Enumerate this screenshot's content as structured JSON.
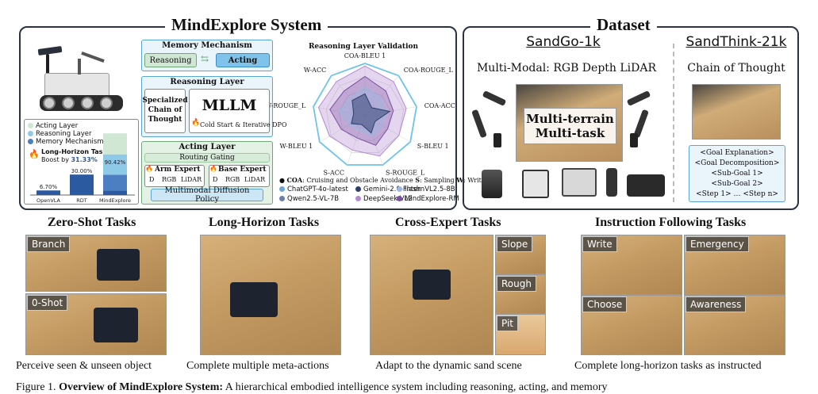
{
  "system": {
    "title": "MindExplore System",
    "memory": {
      "title": "Memory Mechanism",
      "reasoning": "Reasoning",
      "acting": "Acting"
    },
    "reasoning_layer": {
      "title": "Reasoning Layer",
      "chain": "Specialized Chain of Thought",
      "mllm": "MLLM",
      "dpo": "Cold Start & Iterative DPO"
    },
    "acting_layer": {
      "title": "Acting Layer",
      "gating": "Routing Gating",
      "arm": "Arm Expert",
      "base": "Base Expert",
      "sensors": [
        "D",
        "RGB",
        "LiDAR"
      ],
      "diffusion": "Multimodal Diffusion Policy"
    },
    "mini_bar": {
      "legend": [
        "Acting Layer",
        "Reasoning Layer",
        "Memory Mechanism"
      ],
      "boost_label": "Long-Horizon Tasks",
      "boost_prefix": "Boost by",
      "boost_value": "31.33%",
      "bars": [
        {
          "name": "OpenVLA",
          "value": 6.7,
          "label": "6.70%"
        },
        {
          "name": "RDT",
          "value": 30.0,
          "label": "30.00%"
        },
        {
          "name": "MindExplore",
          "value": 90.42,
          "label": "90.42%"
        }
      ],
      "colors": {
        "acting": "#cfe7d3",
        "reasoning": "#8fc9e8",
        "memory": "#4c7fc2",
        "base": "#2c5aa0"
      }
    },
    "radar": {
      "title": "Reasoning Layer Validation",
      "axes": [
        "COA-BLEU 1",
        "COA-ROUGE_L",
        "COA-ACC",
        "S-BLEU 1",
        "S-ROUGE_L",
        "S-ACC",
        "W-BLEU 1",
        "W-ROUGE_L",
        "W-ACC"
      ],
      "legend_note": "COA: Cruising and Obstacle Avoidance  S: Sampling  W: Writing",
      "legend_label": "COA",
      "legend_rest": ": Cruising and Obstacle Avoidance  ",
      "legend_s": "S",
      "legend_s_rest": ": Sampling  ",
      "legend_w": "W",
      "legend_w_rest": ": Writing",
      "models": [
        {
          "name": "ChatGPT-4o-latest",
          "color": "#6aa7d6"
        },
        {
          "name": "Gemini-2.0-Flash",
          "color": "#2c3e6b"
        },
        {
          "name": "InternVL2.5-8B",
          "color": "#9bb8e0"
        },
        {
          "name": "Qwen2.5-VL-7B",
          "color": "#6e7fa8"
        },
        {
          "name": "DeepSeek-VL2",
          "color": "#b48ad1"
        },
        {
          "name": "MindExplore-RM",
          "color": "#7c4fa3"
        }
      ]
    }
  },
  "chart_data": {
    "type": "bar",
    "categories": [
      "OpenVLA",
      "RDT",
      "MindExplore"
    ],
    "values": [
      6.7,
      30.0,
      90.42
    ],
    "title": "Long-Horizon Tasks",
    "xlabel": "",
    "ylabel": "",
    "ylim": [
      0,
      100
    ]
  },
  "dataset": {
    "title": "Dataset",
    "sandgo": {
      "name": "SandGo-1k",
      "desc": "Multi-Modal: RGB Depth LiDAR",
      "center": [
        "Multi-terrain",
        "Multi-task"
      ]
    },
    "sandthink": {
      "name": "SandThink-21k",
      "desc": "Chain of Thought",
      "steps": [
        "<Goal Explanation>",
        "<Goal Decomposition>",
        "<Sub-Goal 1>",
        "<Sub-Goal 2>",
        "<Step 1> … <Step n>"
      ]
    }
  },
  "tasks": [
    {
      "title": "Zero-Shot  Tasks",
      "tags": [
        "Branch",
        "0-Shot"
      ],
      "caption": "Perceive seen & unseen object"
    },
    {
      "title": "Long-Horizon Tasks",
      "tags": [],
      "caption": "Complete multiple meta-actions"
    },
    {
      "title": "Cross-Expert Tasks",
      "tags": [
        "Slope",
        "Rough",
        "Pit"
      ],
      "caption": "Adapt to the dynamic sand scene"
    },
    {
      "title": "Instruction Following Tasks",
      "tags": [
        "Write",
        "Emergency",
        "Choose",
        "Awareness"
      ],
      "caption": "Complete long-horizon tasks as instructed"
    }
  ],
  "figure_caption": {
    "label": "Figure 1.",
    "bold": "Overview of MindExplore System:",
    "text": "A hierarchical embodied intelligence system including reasoning, acting, and memory"
  }
}
